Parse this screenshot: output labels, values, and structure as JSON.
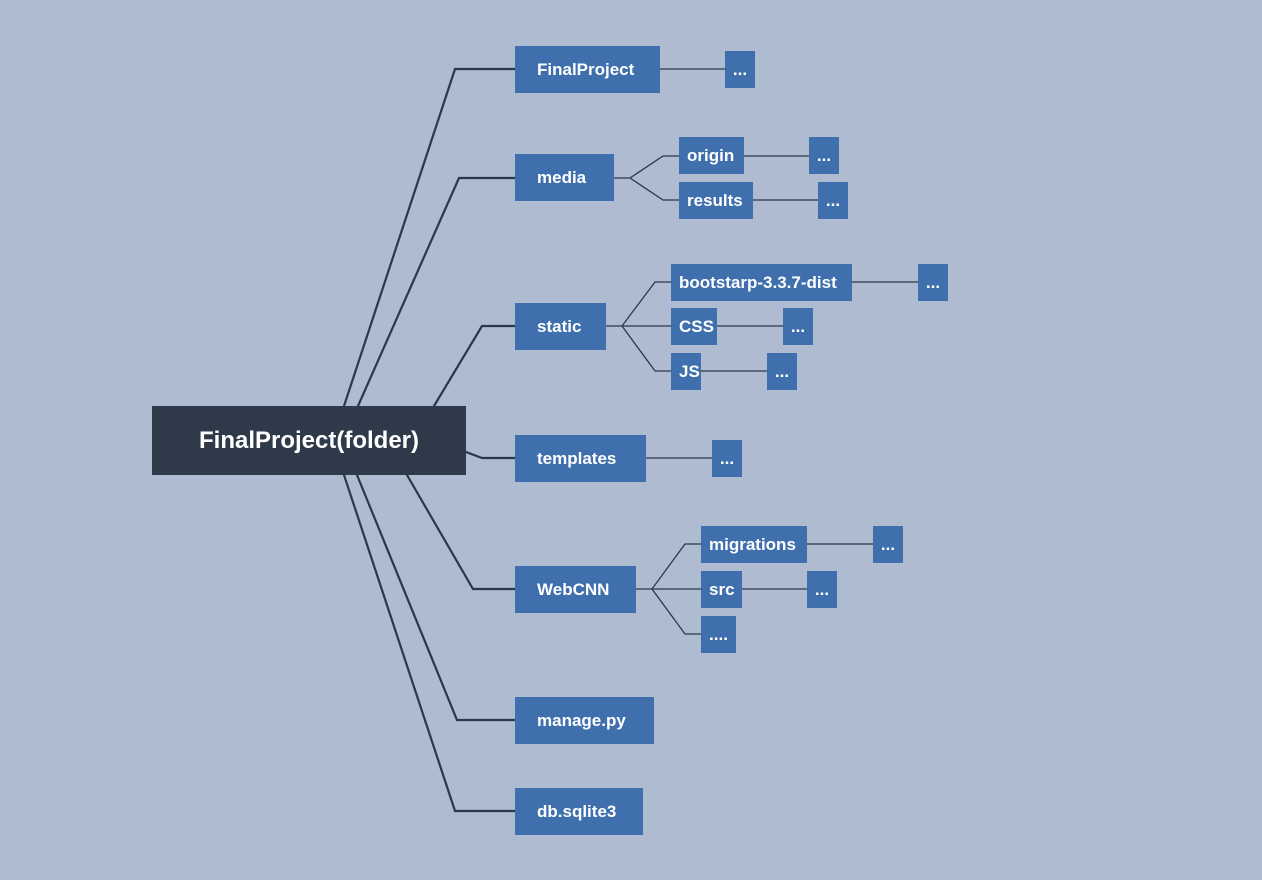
{
  "root": {
    "label": "FinalProject(folder)"
  },
  "nodes": {
    "finalproject": "FinalProject",
    "finalproject_more": "...",
    "media": "media",
    "origin": "origin",
    "origin_more": "...",
    "results": "results",
    "results_more": "...",
    "static": "static",
    "bootstrap": "bootstarp-3.3.7-dist",
    "bootstrap_more": "...",
    "css": "CSS",
    "css_more": "...",
    "js": "JS",
    "js_more": "...",
    "templates": "templates",
    "templates_more": "...",
    "webcnn": "WebCNN",
    "migrations": "migrations",
    "migrations_more": "...",
    "src": "src",
    "src_more": "...",
    "webcnn_more": "....",
    "manage": "manage.py",
    "db": "db.sqlite3"
  },
  "colors": {
    "background": "#aebbd0",
    "root_fill": "#2e3a4a",
    "node_fill": "#3f70ad",
    "text": "#ffffff",
    "line": "#2c3848"
  }
}
